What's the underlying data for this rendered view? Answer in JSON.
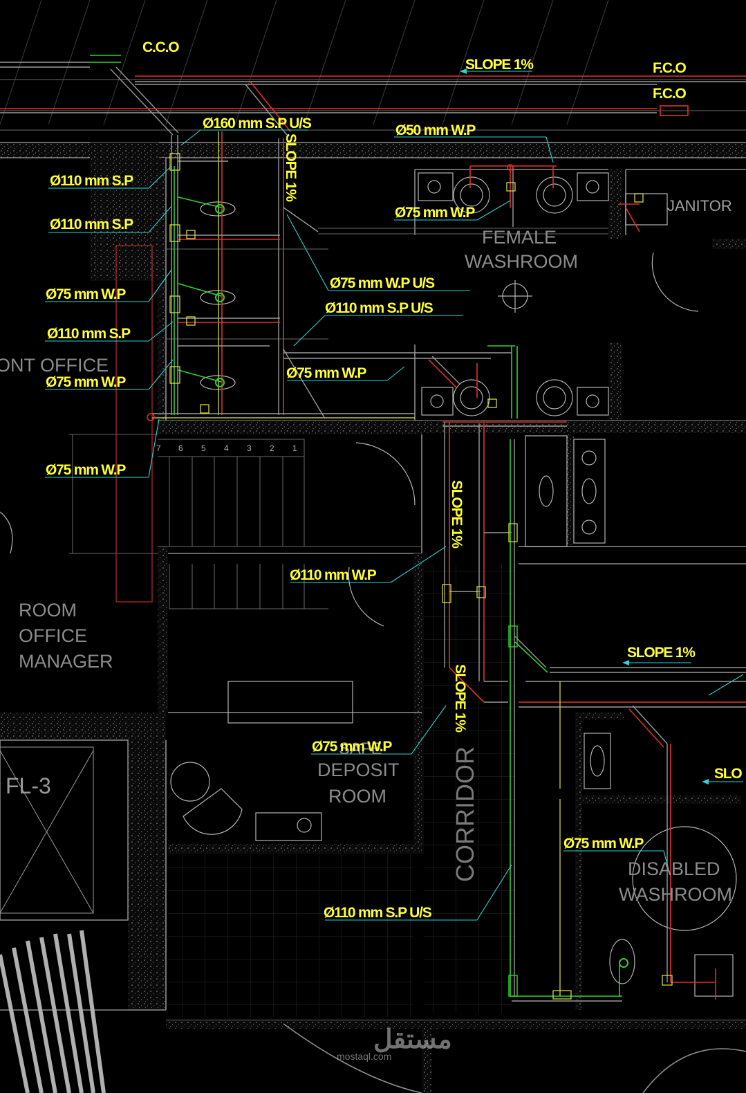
{
  "rooms": {
    "front_office": "ONT OFFICE",
    "female_washroom": [
      "FEMALE",
      "WASHROOM"
    ],
    "janitor": "JANITOR",
    "room_office_manager": [
      "ROOM",
      "OFFICE",
      "MANAGER"
    ],
    "fl3": "FL-3",
    "deposit_room": [
      "DEPOSIT",
      "ROOM"
    ],
    "safe_overlay": "SAFE",
    "corridor": "CORRIDOR",
    "disabled_washroom": [
      "DISABLED",
      "WASHROOM"
    ]
  },
  "labels": {
    "cco": "C.C.O",
    "fco_1": "F.C.O",
    "fco_2": "F.C.O",
    "slope_top": "SLOPE 1%",
    "slope_vertical_top": "SLOPE 1%",
    "slope_corridor": "SLOPE 1%",
    "slope_corridor_lower": "SLOPE 1%",
    "slope_right": "SLOPE 1%",
    "slope_right_edge": "SLO",
    "sp160_us": "Ø160 mm S.P U/S",
    "wp50": "Ø50 mm W.P",
    "sp110_a": "Ø110 mm S.P",
    "sp110_b": "Ø110 mm S.P",
    "wp75_female": "Ø75 mm W.P",
    "wp75_a": "Ø75 mm W.P",
    "wp75_us": "Ø75 mm W.P U/S",
    "sp110_us_a": "Ø110 mm S.P U/S",
    "sp110_c": "Ø110 mm S.P",
    "wp75_b": "Ø75 mm W.P",
    "wp75_mid": "Ø75 mm W.P",
    "wp75_c": "Ø75 mm W.P",
    "wp110": "Ø110 mm W.P",
    "wp75_deposit": "Ø75 mm W.P",
    "wp75_disabled": "Ø75 mm W.P",
    "sp110_us_b": "Ø110 mm S.P U/S"
  },
  "stair_numbers": [
    "7",
    "6",
    "5",
    "4",
    "3",
    "2",
    "1"
  ],
  "watermark": {
    "arabic": "مستقل",
    "latin": "mostaql.com"
  },
  "colors": {
    "background": "#000000",
    "callout_text": "#ffff33",
    "leader": "#2dd6d6",
    "pipe_red": "#e0302a",
    "pipe_green": "#2fd22f",
    "room_text": "#8c8c8c"
  }
}
